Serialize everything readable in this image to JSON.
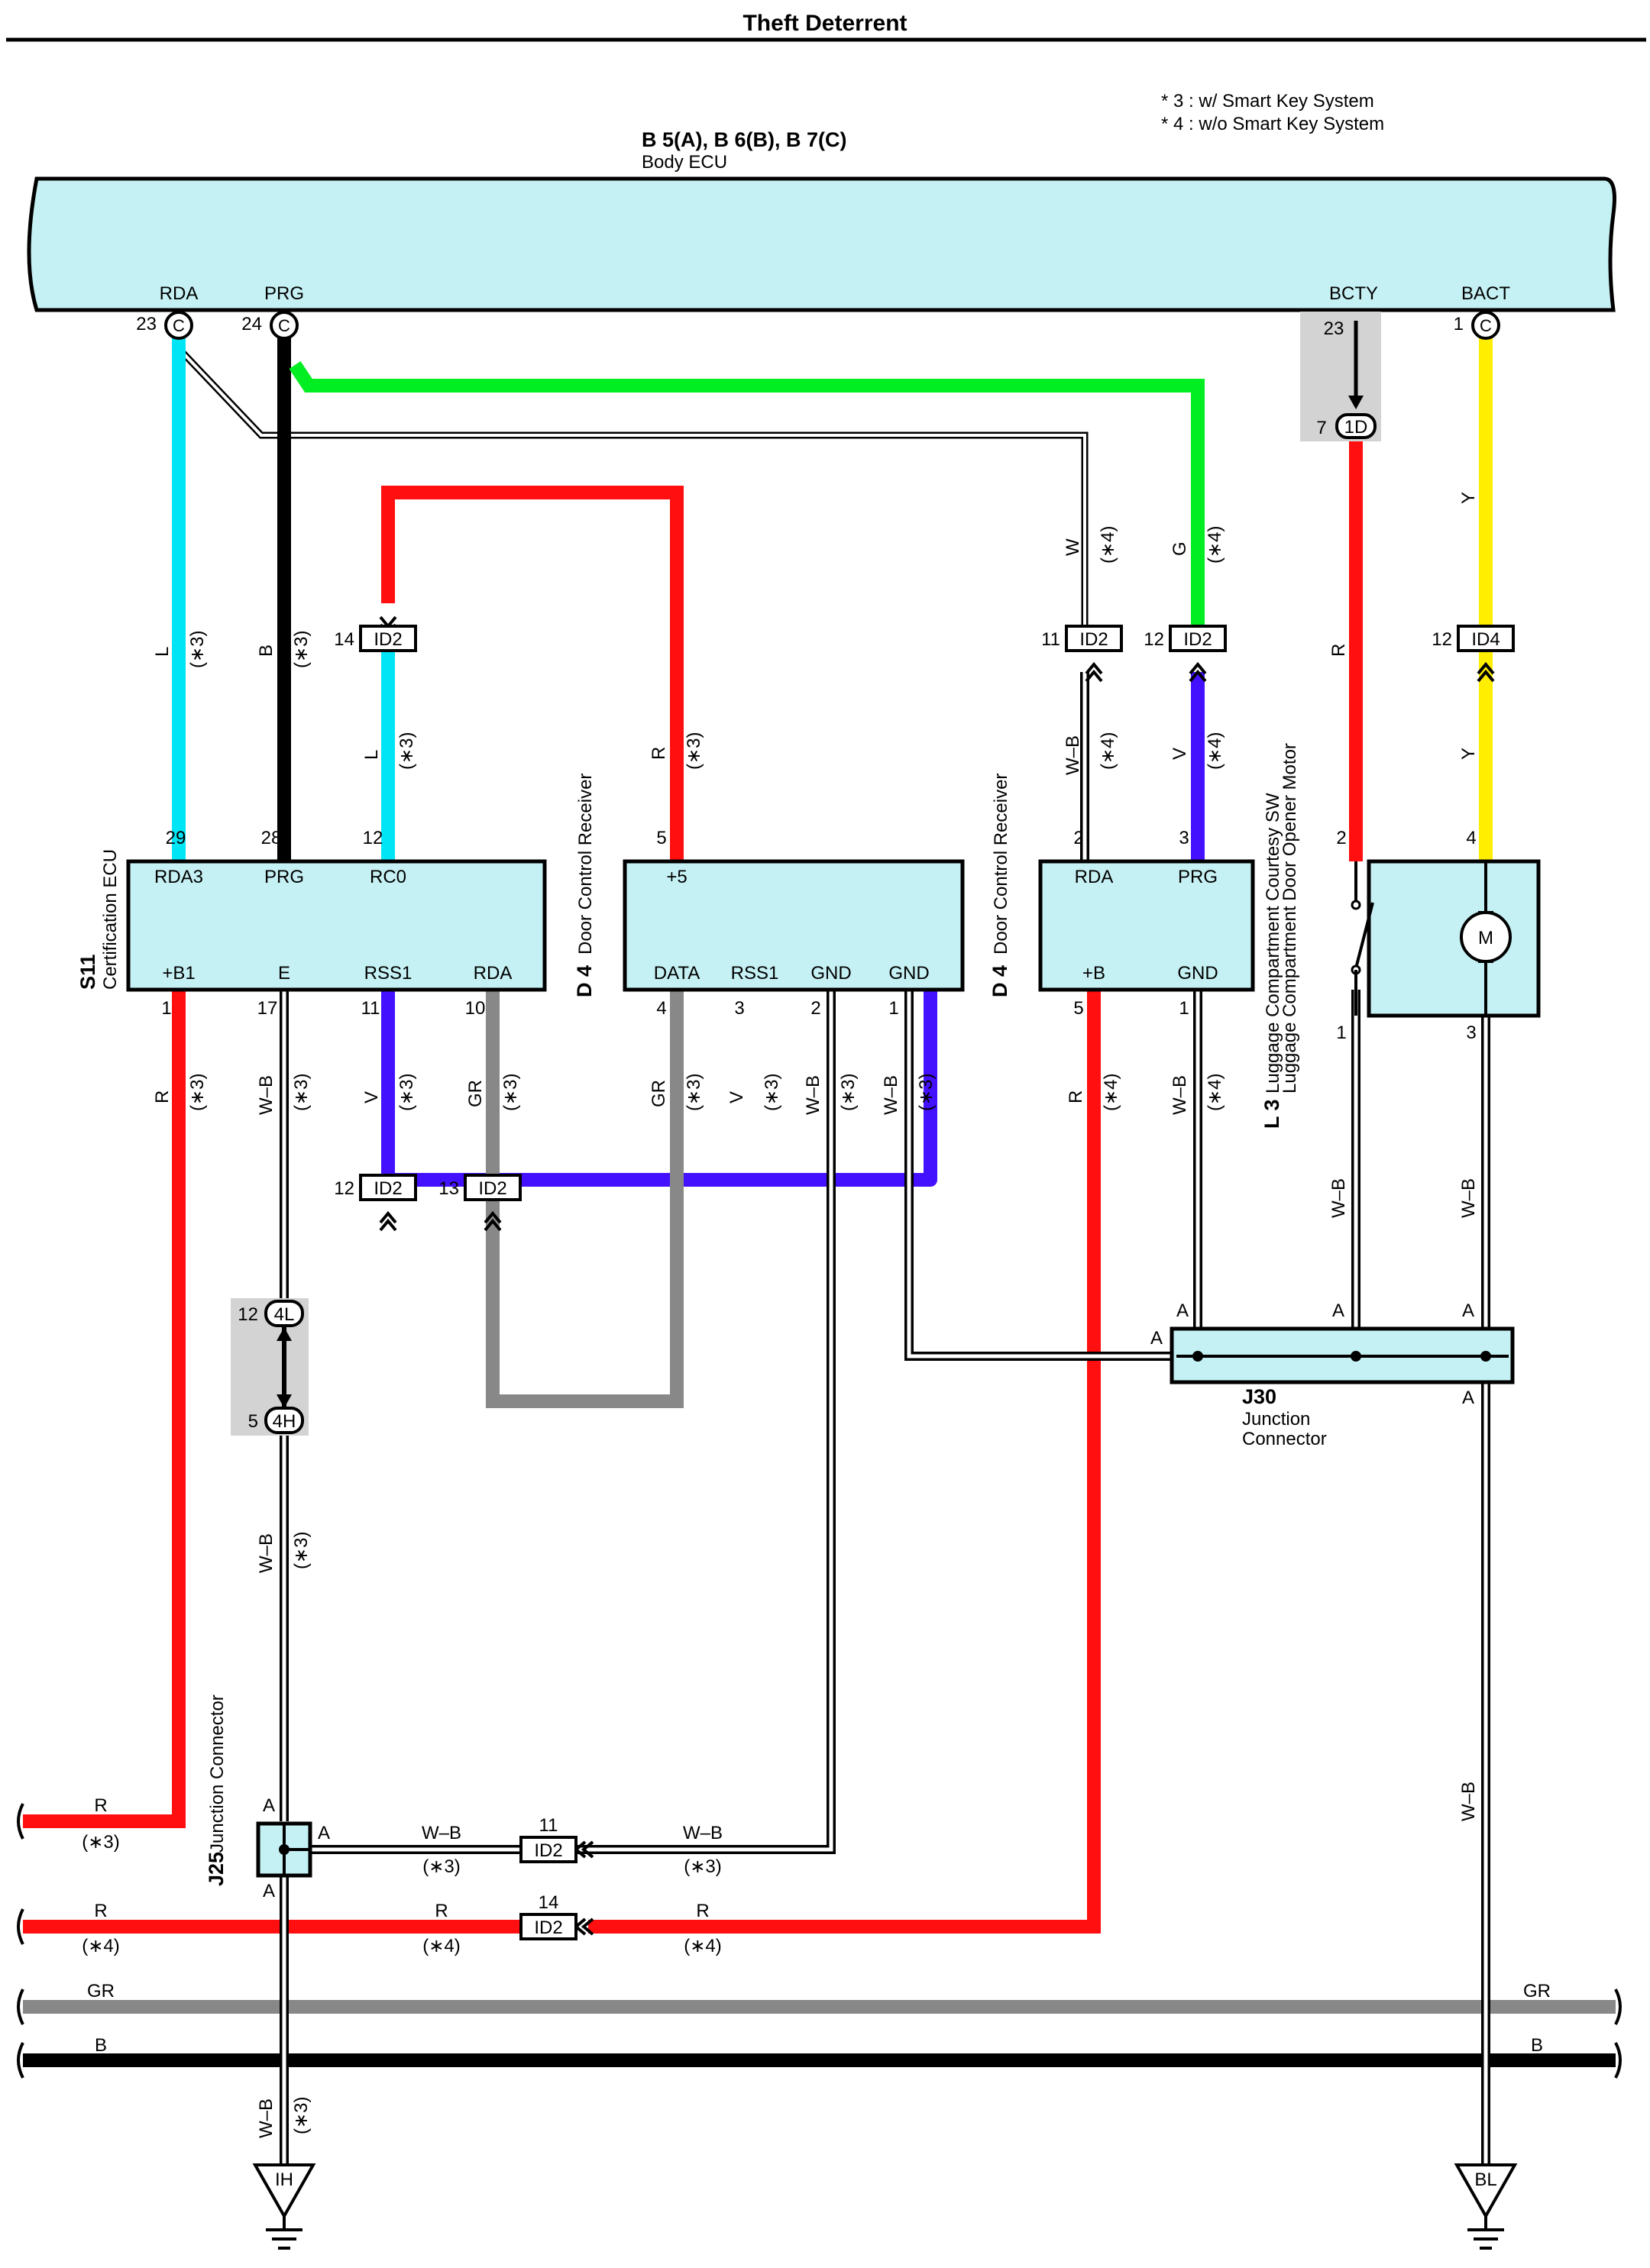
{
  "title": "Theft Deterrent",
  "notes": [
    "* 3 : w/ Smart Key System",
    "* 4 : w/o Smart Key System"
  ],
  "colors": {
    "cyan": "#00e5f5",
    "black": "#000000",
    "green": "#00ee22",
    "red": "#ff0f0f",
    "yellow": "#ffee00",
    "violet": "#4411ff",
    "gray": "#888888",
    "component": "#c6f1f4"
  },
  "body_ecu": {
    "code": "B 5(A), B 6(B), B 7(C)",
    "name": "Body ECU",
    "pins": [
      {
        "label": "RDA",
        "num": "23",
        "conn": "C"
      },
      {
        "label": "PRG",
        "num": "24",
        "conn": "C"
      },
      {
        "label": "BCTY",
        "num": "23"
      },
      {
        "label": "BACT",
        "num": "1",
        "conn": "C"
      }
    ]
  },
  "bcty_junction": {
    "num": "7",
    "id": "1D"
  },
  "cert_ecu": {
    "code": "S11",
    "name": "Certification ECU",
    "top_pins": [
      {
        "num": "29",
        "label": "RDA3"
      },
      {
        "num": "28",
        "label": "PRG"
      },
      {
        "num": "12",
        "label": "RC0"
      }
    ],
    "bottom_pins": [
      {
        "num": "1",
        "label": "+B1"
      },
      {
        "num": "17",
        "label": "E"
      },
      {
        "num": "11",
        "label": "RSS1"
      },
      {
        "num": "10",
        "label": "RDA"
      }
    ]
  },
  "door_rx_1": {
    "code": "D 4",
    "name": "Door Control Receiver",
    "top_pins": [
      {
        "num": "5",
        "label": "+5"
      }
    ],
    "bottom_pins": [
      {
        "num": "4",
        "label": "DATA"
      },
      {
        "num": "3",
        "label": "RSS1"
      },
      {
        "num": "2",
        "label": "GND"
      },
      {
        "num": "1",
        "label": "GND"
      }
    ]
  },
  "door_rx_2": {
    "code": "D 4",
    "name": "Door Control Receiver",
    "top_pins": [
      {
        "num": "2",
        "label": "RDA"
      },
      {
        "num": "3",
        "label": "PRG"
      }
    ],
    "bottom_pins": [
      {
        "num": "5",
        "label": "+B"
      },
      {
        "num": "1",
        "label": "GND"
      }
    ]
  },
  "luggage": {
    "code": "L 3",
    "name1": "Luggage Compartment Courtesy SW",
    "name2": "Luggage Compartment Door Opener Motor",
    "pins": [
      "2",
      "4",
      "1",
      "3"
    ],
    "motor": "M"
  },
  "id_connectors": [
    {
      "num": "14",
      "id": "ID2"
    },
    {
      "num": "11",
      "id": "ID2"
    },
    {
      "num": "12",
      "id": "ID2"
    },
    {
      "num": "12",
      "id": "ID4"
    },
    {
      "num": "12",
      "id": "ID2"
    },
    {
      "num": "13",
      "id": "ID2"
    },
    {
      "num": "11",
      "id": "ID2"
    },
    {
      "num": "14",
      "id": "ID2"
    }
  ],
  "inline_junction": [
    {
      "num": "12",
      "id": "4L"
    },
    {
      "num": "5",
      "id": "4H"
    }
  ],
  "j30": {
    "code": "J30",
    "line1": "Junction",
    "line2": "Connector",
    "pin": "A"
  },
  "j25": {
    "code": "J25",
    "name": "Junction Connector",
    "pin": "A"
  },
  "grounds": [
    "IH",
    "BL"
  ],
  "wire_labels": {
    "L": "L",
    "B": "B",
    "R": "R",
    "W": "W",
    "G": "G",
    "Y": "Y",
    "V": "V",
    "WB": "W–B",
    "GR": "GR",
    "s3": "(∗3)",
    "s4": "(∗4)"
  }
}
